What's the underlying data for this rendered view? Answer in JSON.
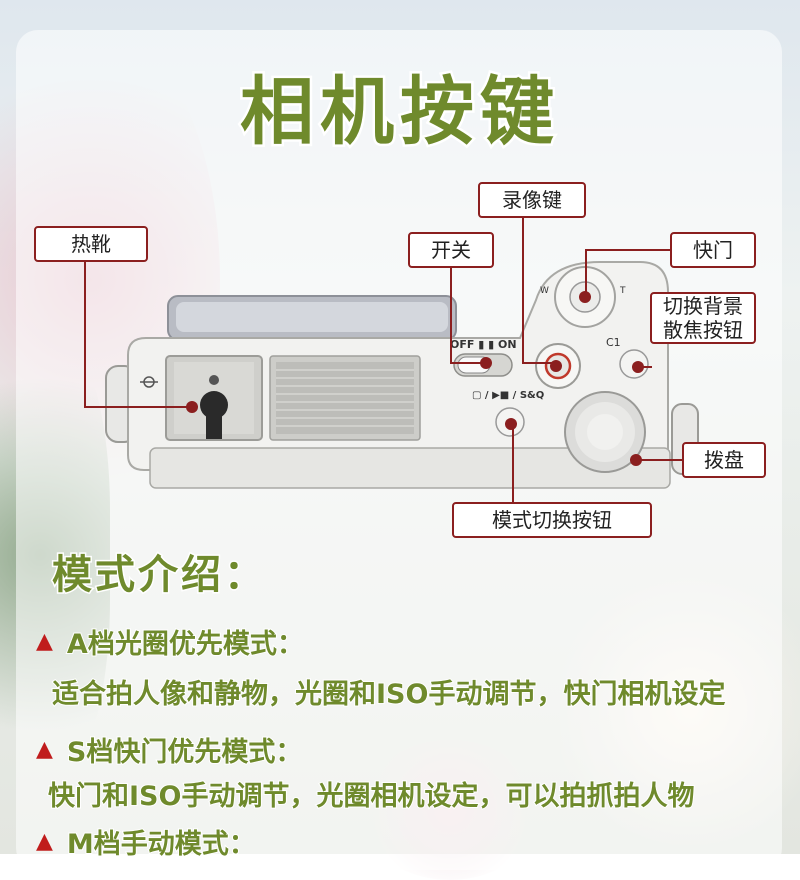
{
  "title": "相机按键",
  "labels": {
    "hot_shoe": "热靴",
    "record_button": "录像键",
    "power_switch": "开关",
    "shutter": "快门",
    "bokeh_button_line1": "切换背景",
    "bokeh_button_line2": "散焦按钮",
    "dial": "拨盘",
    "mode_button": "模式切换按钮"
  },
  "camera_markings": {
    "off_on": "OFF ▮ ▮ ON",
    "mode": "▢ / ▶■ / S&Q",
    "c1": "C1",
    "w": "W",
    "t": "T",
    "focus_mark": "⊖"
  },
  "section_title": "模式介绍：",
  "modes": [
    {
      "head": "A档光圈优先模式：",
      "desc": "适合拍人像和静物，光圈和ISO手动调节，快门相机设定"
    },
    {
      "head": "S档快门优先模式：",
      "desc": "快门和ISO手动调节，光圈相机设定，可以拍抓拍人物"
    },
    {
      "head": "M档手动模式：",
      "desc": ""
    }
  ],
  "colors": {
    "accent_green": "#6f8a2c",
    "label_border": "#8b1f1f",
    "triangle": "#c01c1c"
  },
  "icons": [
    "triangle-bullet-icon"
  ]
}
